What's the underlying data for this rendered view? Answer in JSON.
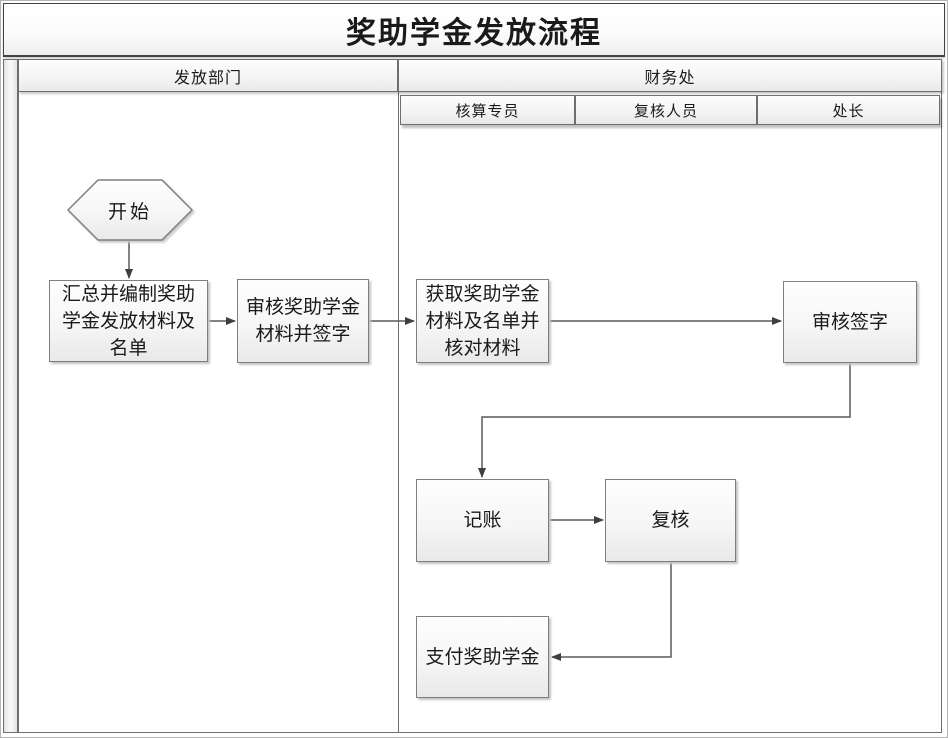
{
  "title": "奖助学金发放流程",
  "lanes": {
    "department": "发放部门",
    "finance": "财务处",
    "finance_roles": [
      "核算专员",
      "复核人员",
      "处长"
    ]
  },
  "nodes": {
    "start": "开始",
    "compile_materials": "汇总并编制奖助学金发放材料及名单",
    "review_and_sign": "审核奖助学金材料并签字",
    "obtain_and_verify": "获取奖助学金材料及名单并核对材料",
    "audit_signature": "审核签字",
    "bookkeeping": "记账",
    "recheck": "复核",
    "pay_scholarship": "支付奖助学金"
  }
}
